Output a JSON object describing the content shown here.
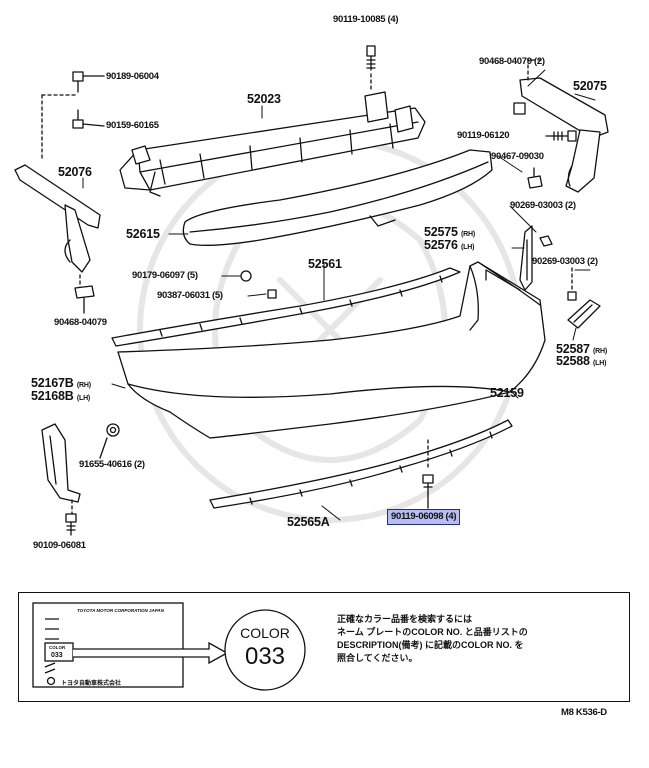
{
  "parts": {
    "p90119_10085": "90119-10085 (4)",
    "p90189_06004": "90189-06004",
    "p90159_60165": "90159-60165",
    "p52023": "52023",
    "p52076": "52076",
    "p52615": "52615",
    "p90468_04079_left": "90468-04079",
    "p90468_04079_right": "90468-04079 (2)",
    "p52075": "52075",
    "p90119_06120": "90119-06120",
    "p90467_09030": "90467-09030",
    "p90269_03003_a": "90269-03003 (2)",
    "p52575": "52575",
    "p52576": "52576",
    "p90269_03003_b": "90269-03003 (2)",
    "p90179_06097": "90179-06097 (5)",
    "p52561": "52561",
    "p90387_06031": "90387-06031 (5)",
    "p52587": "52587",
    "p52588": "52588",
    "p52167B": "52167B",
    "p52168B": "52168B",
    "p52159": "52159",
    "p91655_40616": "91655-40616 (2)",
    "p52565A": "52565A",
    "p90119_06098": "90119-06098 (4)",
    "p90109_06081": "90109-06081",
    "rh": "(RH)",
    "lh": "(LH)"
  },
  "legend": {
    "color_word": "COLOR",
    "color_code": "033",
    "plate_header": "TOYOTA MOTOR CORPORATION JAPAN",
    "plate_color": "COLOR",
    "plate_code": "033",
    "plate_footer": "トヨタ自動車株式会社",
    "instructions": "正確なカラー品番を検索するには\nネーム プレートのCOLOR NO. と品番リストの\nDESCRIPTION(備考) に記載のCOLOR NO. を\n照合してください。"
  },
  "footer": {
    "code": "M8  K536-D"
  }
}
